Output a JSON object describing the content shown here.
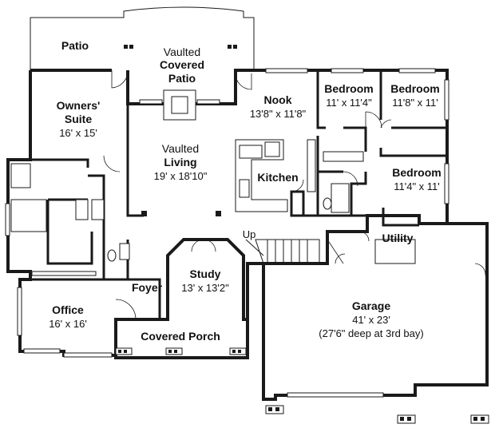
{
  "rooms": {
    "patio": {
      "name": "Patio"
    },
    "vaulted_covered_patio": {
      "line1": "Vaulted",
      "line2": "Covered",
      "line3": "Patio"
    },
    "nook": {
      "name": "Nook",
      "dims": "13'8\" x 11'8\""
    },
    "bedroom_1": {
      "name": "Bedroom",
      "dims": "11' x 11'4\""
    },
    "bedroom_2": {
      "name": "Bedroom",
      "dims": "11'8\" x 11'"
    },
    "bedroom_3": {
      "name": "Bedroom",
      "dims": "11'4\" x 11'"
    },
    "owners_suite": {
      "line1": "Owners'",
      "line2": "Suite",
      "dims": "16' x 15'"
    },
    "vaulted_living": {
      "line1": "Vaulted",
      "line2": "Living",
      "dims": "19' x 18'10\""
    },
    "kitchen": {
      "name": "Kitchen"
    },
    "utility": {
      "name": "Utility"
    },
    "study": {
      "name": "Study",
      "dims": "13' x 13'2\""
    },
    "foyer": {
      "name": "Foyer"
    },
    "office": {
      "name": "Office",
      "dims": "16' x 16'"
    },
    "covered_porch": {
      "name": "Covered Porch"
    },
    "garage": {
      "name": "Garage",
      "dims": "41' x 23'",
      "note": "(27'6\" deep at 3rd bay)"
    }
  },
  "stair": {
    "label": "Up"
  },
  "colors": {
    "line": "#1a1a1a",
    "background": "#ffffff"
  }
}
